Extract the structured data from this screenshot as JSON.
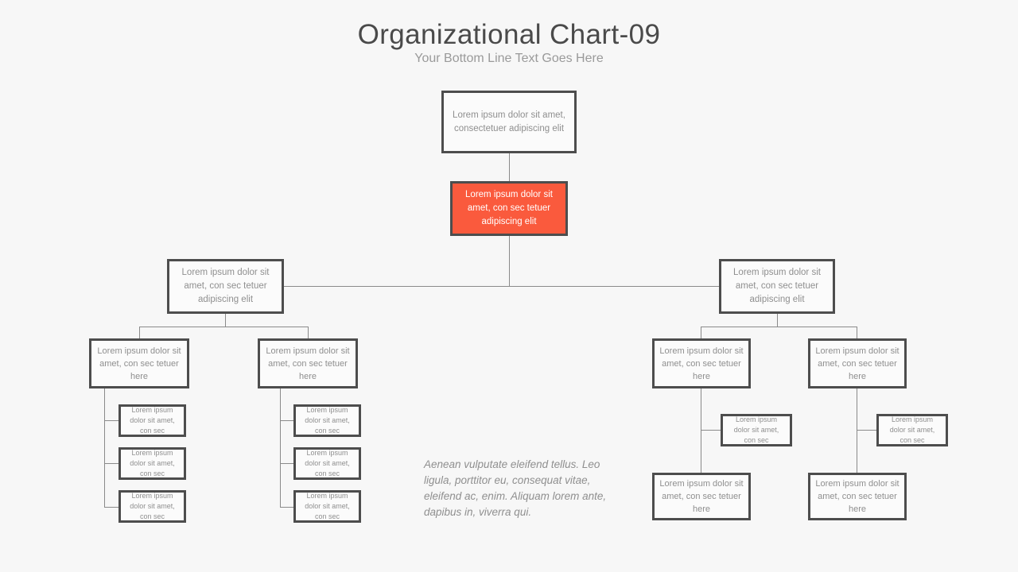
{
  "header": {
    "title": "Organizational Chart-09",
    "subtitle": "Your Bottom Line Text Goes Here"
  },
  "colors": {
    "background": "#f7f7f7",
    "node_border": "#4d4d4d",
    "node_fill": "#fbfbfb",
    "node_text": "#8f8f8f",
    "highlight_fill": "#fa5a3d",
    "highlight_text": "#ffffff",
    "connector": "#8a8a8a",
    "title_text": "#4a4a4a",
    "subtitle_text": "#9a9a9a"
  },
  "nodes": {
    "root": {
      "text": "Lorem ipsum dolor sit amet, consectetuer adipiscing elit"
    },
    "highlight": {
      "text": "Lorem ipsum dolor sit amet, con sec tetuer adipiscing elit"
    },
    "level2_left": {
      "text": "Lorem ipsum dolor sit amet, con sec tetuer adipiscing elit"
    },
    "level2_right": {
      "text": "Lorem ipsum dolor sit amet, con sec tetuer adipiscing elit"
    },
    "level3": [
      {
        "text": "Lorem ipsum dolor sit amet, con sec tetuer here"
      },
      {
        "text": "Lorem ipsum dolor sit amet, con sec tetuer here"
      },
      {
        "text": "Lorem ipsum dolor sit amet, con sec tetuer here"
      },
      {
        "text": "Lorem ipsum dolor sit amet, con sec tetuer here"
      }
    ],
    "left_branch_a_leaves": [
      {
        "text": "Lorem ipsum dolor sit amet, con sec"
      },
      {
        "text": "Lorem ipsum dolor sit amet, con sec"
      },
      {
        "text": "Lorem ipsum dolor sit amet, con sec"
      }
    ],
    "left_branch_b_leaves": [
      {
        "text": "Lorem ipsum dolor sit amet, con sec"
      },
      {
        "text": "Lorem ipsum dolor sit amet, con sec"
      },
      {
        "text": "Lorem ipsum dolor sit amet, con sec"
      }
    ],
    "right_branch_a": {
      "small_leaf": {
        "text": "Lorem ipsum dolor sit amet, con sec"
      },
      "bottom_node": {
        "text": "Lorem ipsum dolor sit amet, con sec tetuer here"
      }
    },
    "right_branch_b": {
      "small_leaf": {
        "text": "Lorem ipsum dolor sit amet, con sec"
      },
      "bottom_node": {
        "text": "Lorem ipsum dolor sit amet, con sec tetuer here"
      }
    }
  },
  "caption": {
    "text": "Aenean vulputate eleifend tellus. Leo ligula, porttitor eu, consequat vitae, eleifend ac, enim. Aliquam lorem ante, dapibus in, viverra qui."
  }
}
